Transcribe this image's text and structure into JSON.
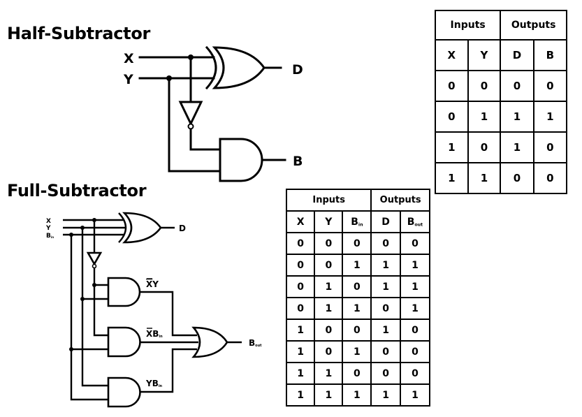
{
  "half_subtractor": {
    "title": "Half-Subtractor",
    "inputs": [
      "X",
      "Y"
    ],
    "outputs": [
      "D",
      "B"
    ],
    "gates": [
      {
        "type": "XOR",
        "inputs": [
          "X",
          "Y"
        ],
        "output": "D"
      },
      {
        "type": "NOT",
        "inputs": [
          "X"
        ],
        "output": "X'"
      },
      {
        "type": "AND",
        "inputs": [
          "X'",
          "Y"
        ],
        "output": "B"
      }
    ],
    "table": {
      "group_headers": [
        "Inputs",
        "Outputs"
      ],
      "columns": [
        "X",
        "Y",
        "D",
        "B"
      ],
      "rows": [
        [
          "0",
          "0",
          "0",
          "0"
        ],
        [
          "0",
          "1",
          "1",
          "1"
        ],
        [
          "1",
          "0",
          "1",
          "0"
        ],
        [
          "1",
          "1",
          "0",
          "0"
        ]
      ]
    }
  },
  "full_subtractor": {
    "title": "Full-Subtractor",
    "inputs": [
      {
        "base": "X",
        "sub": ""
      },
      {
        "base": "Y",
        "sub": ""
      },
      {
        "base": "B",
        "sub": "in"
      }
    ],
    "outputs": [
      {
        "base": "D",
        "sub": ""
      },
      {
        "base": "B",
        "sub": "out"
      }
    ],
    "term_labels": [
      {
        "bar": "X",
        "rest": "Y",
        "sub": ""
      },
      {
        "bar": "X",
        "rest": "B",
        "sub": "in"
      },
      {
        "bar": "",
        "rest": "YB",
        "sub": "in"
      }
    ],
    "gates": [
      {
        "type": "XOR",
        "inputs": [
          "X",
          "Y",
          "Bin"
        ],
        "output": "D"
      },
      {
        "type": "NOT",
        "inputs": [
          "X"
        ],
        "output": "X'"
      },
      {
        "type": "AND",
        "inputs": [
          "X'",
          "Y"
        ],
        "output": "X'Y"
      },
      {
        "type": "AND",
        "inputs": [
          "X'",
          "Bin"
        ],
        "output": "X'Bin"
      },
      {
        "type": "AND",
        "inputs": [
          "Y",
          "Bin"
        ],
        "output": "YBin"
      },
      {
        "type": "OR",
        "inputs": [
          "X'Y",
          "X'Bin",
          "YBin"
        ],
        "output": "Bout"
      }
    ],
    "table": {
      "group_headers": [
        "Inputs",
        "Outputs"
      ],
      "columns": [
        {
          "base": "X",
          "sub": ""
        },
        {
          "base": "Y",
          "sub": ""
        },
        {
          "base": "B",
          "sub": "in"
        },
        {
          "base": "D",
          "sub": ""
        },
        {
          "base": "B",
          "sub": "out"
        }
      ],
      "rows": [
        [
          "0",
          "0",
          "0",
          "0",
          "0"
        ],
        [
          "0",
          "0",
          "1",
          "1",
          "1"
        ],
        [
          "0",
          "1",
          "0",
          "1",
          "1"
        ],
        [
          "0",
          "1",
          "1",
          "0",
          "1"
        ],
        [
          "1",
          "0",
          "0",
          "1",
          "0"
        ],
        [
          "1",
          "0",
          "1",
          "0",
          "0"
        ],
        [
          "1",
          "1",
          "0",
          "0",
          "0"
        ],
        [
          "1",
          "1",
          "1",
          "1",
          "1"
        ]
      ]
    }
  }
}
